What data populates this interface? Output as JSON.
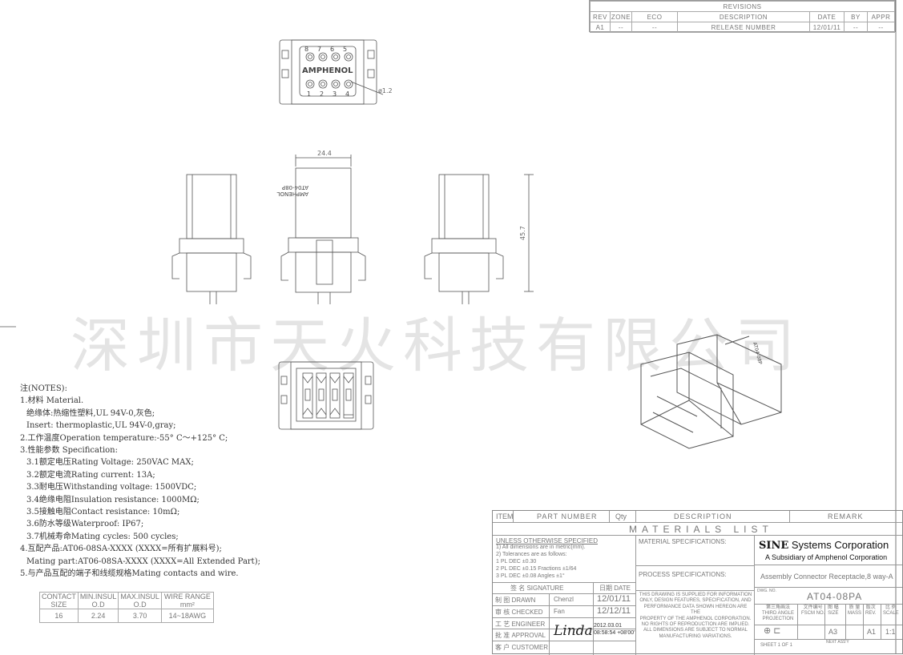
{
  "revisions": {
    "title": "REVISIONS",
    "headers": [
      "REV",
      "ZONE",
      "ECO",
      "DESCRIPTION",
      "DATE",
      "BY",
      "APPR"
    ],
    "row": [
      "A1",
      "--",
      "--",
      "RELEASE NUMBER",
      "12/01/11",
      "--",
      "--"
    ]
  },
  "drawing": {
    "top_numbers": [
      "8",
      "7",
      "6",
      "5"
    ],
    "bottom_numbers": [
      "1",
      "2",
      "3",
      "4"
    ],
    "brand": "AMPHENOL",
    "hole_dim": "ø1.2",
    "width_dim": "24.4",
    "height_dim": "45.7",
    "part_marking_1": "AMPHENOL",
    "part_marking_2": "AT04-08P",
    "iso_marking": "AT04-08P"
  },
  "watermark": "深圳市天火科技有限公司",
  "notes": [
    "注(NOTES):",
    "1.材料 Material.",
    "  绝缘体:热缩性塑料,UL 94V-0,灰色;",
    "  Insert: thermoplastic,UL 94V-0,gray;",
    "2.工作温度Operation temperature:-55° C～+125° C;",
    "3.性能参数 Specification:",
    "  3.1额定电压Rating Voltage: 250VAC MAX;",
    "  3.2额定电流Rating current: 13A;",
    "  3.3耐电压Withstanding voltage: 1500VDC;",
    "  3.4绝缘电阻Insulation resistance: 1000MΩ;",
    "  3.5接触电阻Contact resistance: 10mΩ;",
    "  3.6防水等级Waterproof: IP67;",
    "  3.7机械寿命Mating cycles: 500 cycles;",
    "4.互配产品:AT06-08SA-XXXX (XXXX=所有扩展料号);",
    "  Mating part:AT06-08SA-XXXX (XXXX=All Extended Part);",
    "5.与产品互配的端子和线缆规格Mating contacts and wire."
  ],
  "contact_table": {
    "headers": [
      [
        "CONTACT",
        "SIZE"
      ],
      [
        "MIN.INSUL",
        "O.D"
      ],
      [
        "MAX.INSUL",
        "O.D"
      ],
      [
        "WIRE  RANGE",
        "mm²"
      ]
    ],
    "row": [
      "16",
      "2.24",
      "3.70",
      "14~18AWG"
    ]
  },
  "title_block": {
    "col_item": "ITEM",
    "col_part": "PART  NUMBER",
    "col_qty": "Qty",
    "col_desc": "DESCRIPTION",
    "col_remark": "REMARK",
    "materials_list": "MATERIALS    LIST",
    "unless": "UNLESS  OTHERWISE  SPECIFIED",
    "tol_1": "1) All dimensions are in metric(mm).",
    "tol_2": "2) Tolerances are as follows:",
    "tol_3": "1  PL  DEC  ±0.30",
    "tol_4": "2  PL  DEC  ±0.15       Fractions  ±1/64",
    "tol_5": "3  PL  DEC  ±0.08       Angles  ±1°",
    "sign_hdr": "签 名  SIGNATURE",
    "date_hdr": "日期 DATE",
    "drawn_label": "制 图 DRAWN",
    "drawn_name": "Chenzl",
    "drawn_date": "12/01/11",
    "checked_label": "审 核 CHECKED",
    "checked_name": "Fan",
    "checked_date": "12/12/11",
    "engineer_label": "工 艺 ENGINEER",
    "approval_label": "批 准 APPROVAL",
    "customer_label": "客 户 CUSTOMER",
    "signature": "Linda",
    "sign_date": "2012.03.01",
    "sign_time": "08:58:54 +08'00'",
    "material_spec": "MATERIAL  SPECIFICATIONS:",
    "process_spec": "PROCESS  SPECIFICATIONS:",
    "disclaimer": [
      "THIS DRAWING IS SUPPLIED FOR INFORMATION",
      "ONLY, DESIGN FEATURES, SPECIFICATION, AND",
      "PERFORMANCE DATA SHOWN HEREON ARE THE",
      "PROPERTY OF THE AMPHENOL CORPORATION.",
      "NO RIGHTS OF REPRODUCTION ARE IMPLIED.",
      "ALL DIMENSIONS ARE SUBJECT TO NORMAL",
      "MANUFACTURING VARIATIONS."
    ],
    "company_bold": "SINE",
    "company_rest": " Systems Corporation",
    "subsidiary": "A Subsidiary of Amphenol Corporation",
    "part_desc": "Assembly  Connector  Receptacle,8  way-A",
    "dwg_no_label": "DWG. NO.",
    "dwg_no": "AT04-08PA",
    "projection": [
      "第三角画法",
      "THIRD ANGLE",
      "PROJECTION"
    ],
    "fscm": [
      "文件编号",
      "FSCM NO."
    ],
    "size": [
      "图 幅",
      "SIZE"
    ],
    "mass": [
      "质 量",
      "MASS"
    ],
    "rev": [
      "版次",
      "REV."
    ],
    "scale": [
      "比 例",
      "SCALE"
    ],
    "size_val": "A3",
    "rev_val": "A1",
    "scale_val": "1:1",
    "sheet": "SHEET   1   OF   1",
    "next_assy": "NEXT ASS'Y"
  }
}
